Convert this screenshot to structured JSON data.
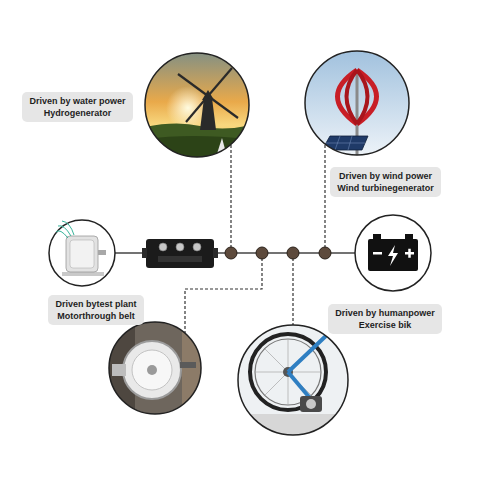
{
  "diagram": {
    "nodes": [
      {
        "text": [
          "Driven by water power",
          "Hydrogenerator"
        ]
      },
      {
        "text": [
          "Driven by wind power",
          "Wind turbinegenerator"
        ]
      },
      {
        "text": [
          "Driven bytest plant",
          "Motorthrough belt"
        ]
      },
      {
        "text": [
          "Driven by humanpower",
          "Exercise bik"
        ]
      }
    ]
  }
}
